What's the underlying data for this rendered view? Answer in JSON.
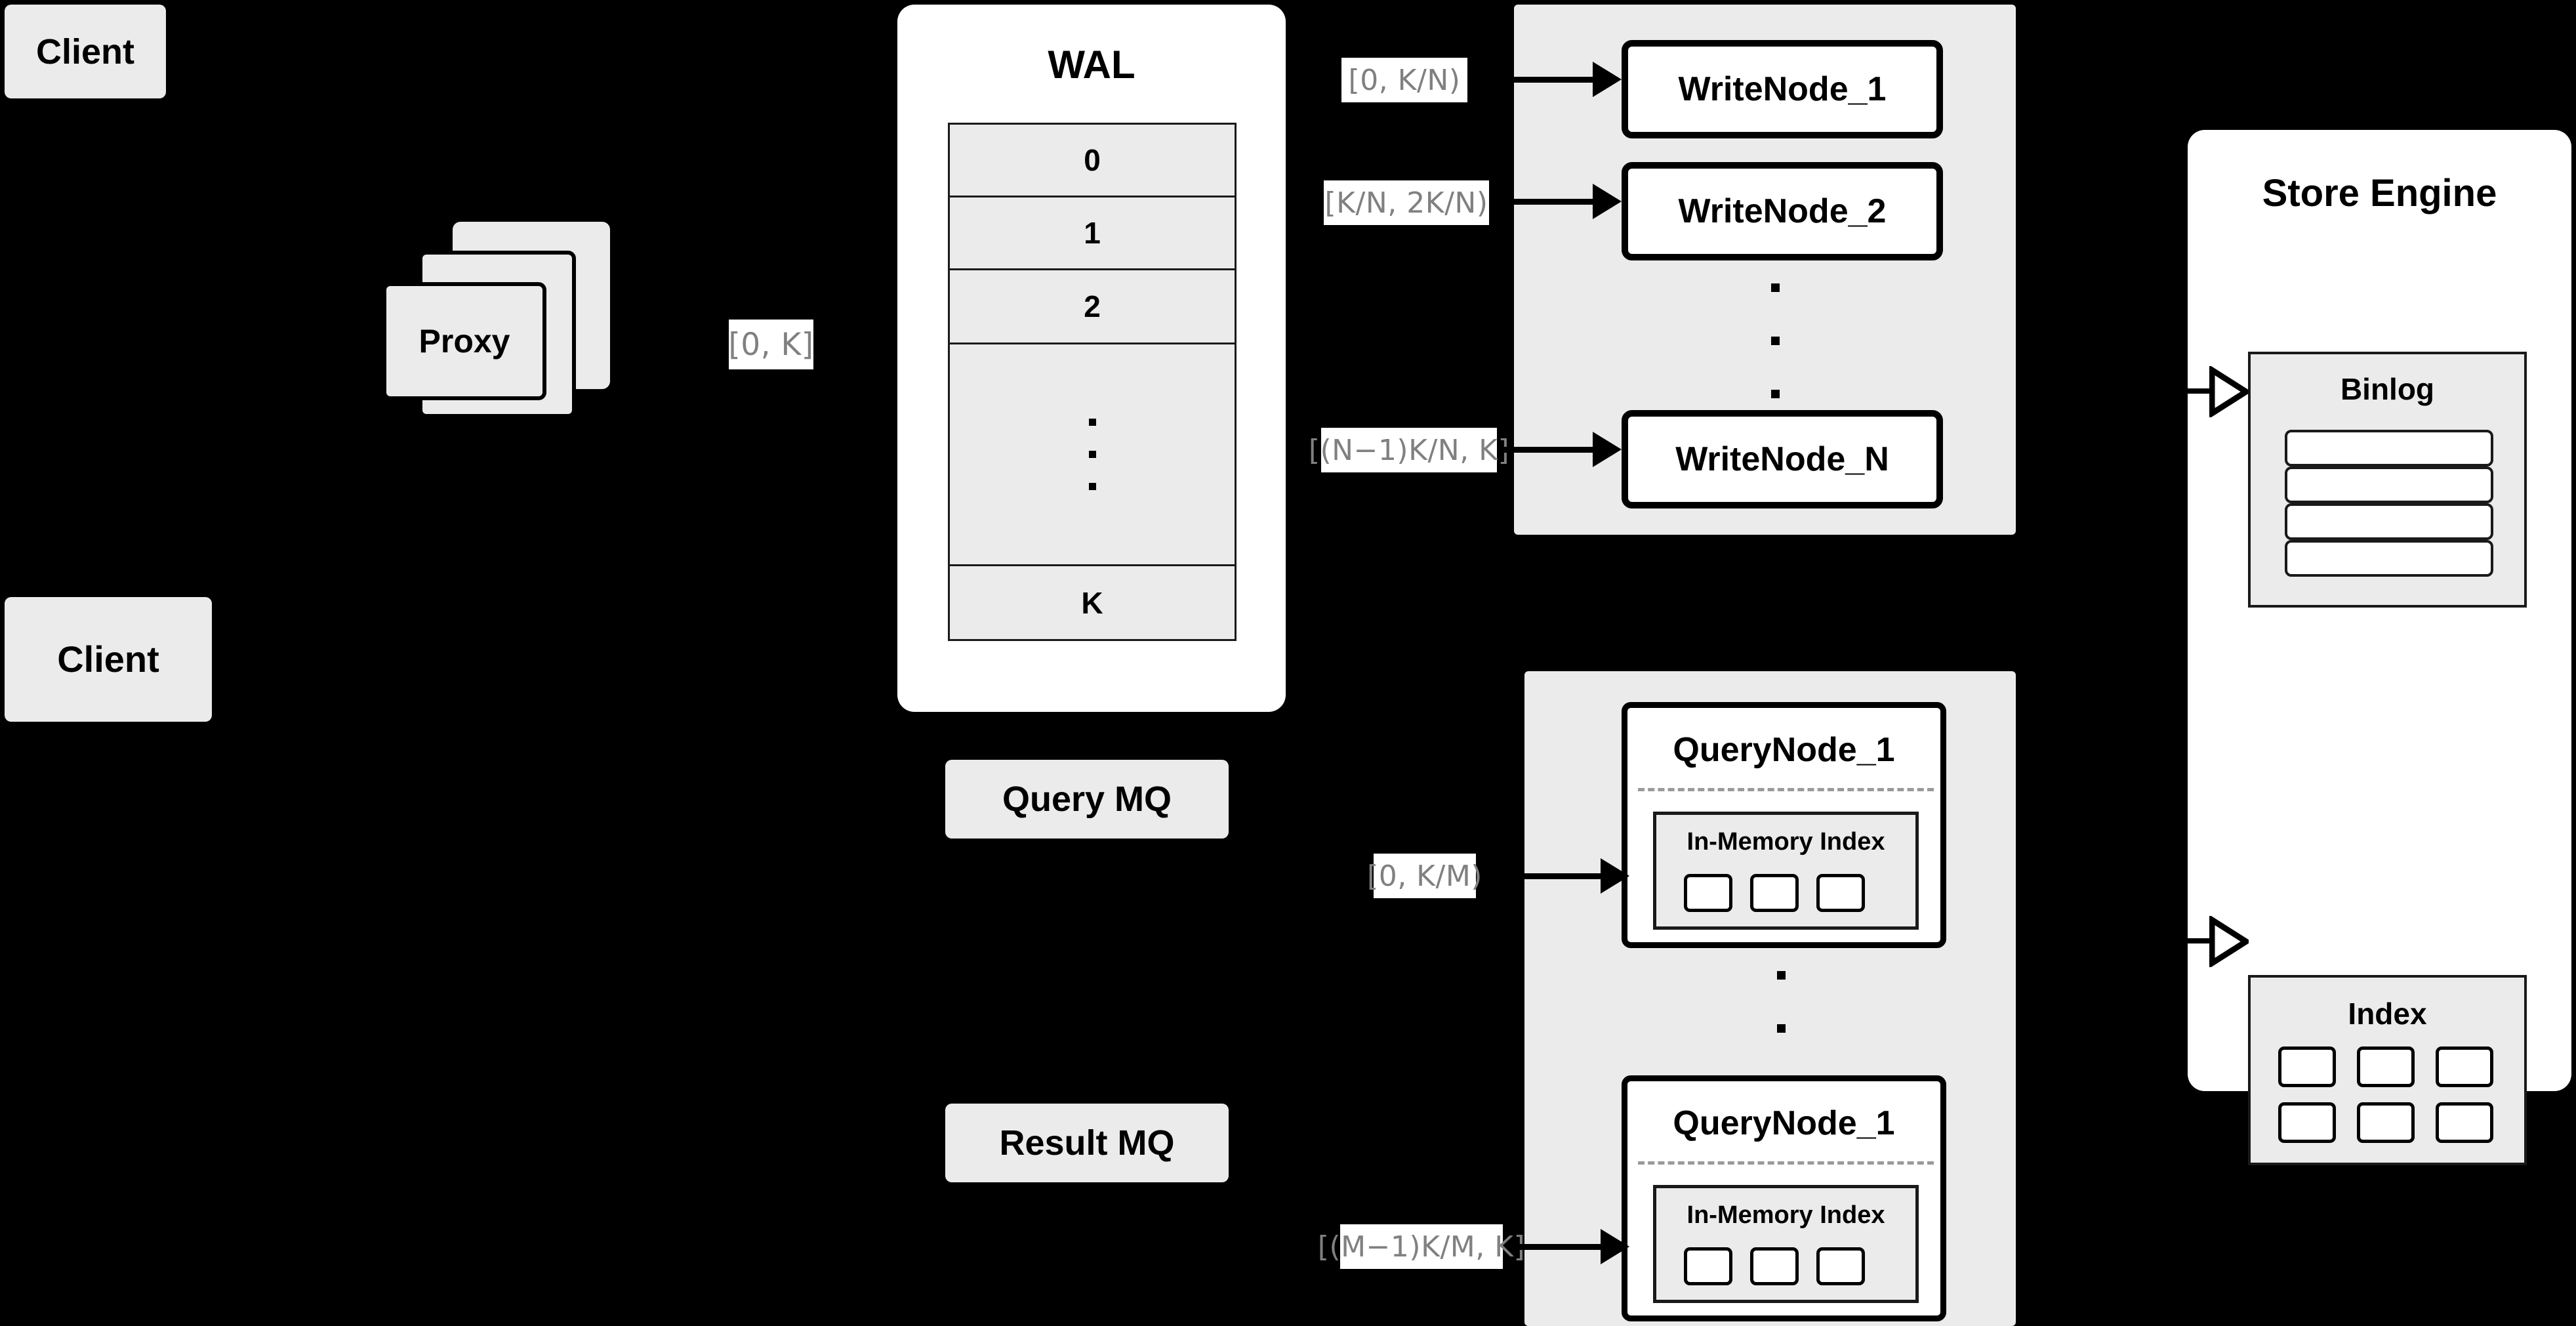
{
  "diagram": {
    "title": "Distributed Write and Query Path Architecture",
    "background_color": "#000000",
    "box_fill": "#ebebeb",
    "panel_fill": "#ffffff",
    "stroke_color": "#000000",
    "label_text_color": "#808080",
    "divider_color": "#9a9a9a"
  },
  "clients": [
    {
      "label": "Client"
    },
    {
      "label": "Client"
    }
  ],
  "proxy": {
    "label": "Proxy",
    "stack_count": 3
  },
  "wal": {
    "title": "WAL",
    "rows": [
      "0",
      "1",
      "2",
      "⋮",
      "K"
    ],
    "ellipsis_row_index": 3,
    "ellipsis_dot_count": 3
  },
  "queues": [
    {
      "label": "Query MQ"
    },
    {
      "label": "Result MQ"
    }
  ],
  "write_group": {
    "nodes": [
      {
        "label": "WriteNode_1"
      },
      {
        "label": "WriteNode_2"
      },
      {
        "label": "WriteNode_N"
      }
    ],
    "ellipsis_dot_count": 3
  },
  "query_group": {
    "nodes": [
      {
        "label": "QueryNode_1",
        "index_title": "In-Memory Index",
        "index_cells": 3
      },
      {
        "label": "QueryNode_1",
        "index_title": "In-Memory Index",
        "index_cells": 3
      }
    ],
    "ellipsis_dot_count": 3
  },
  "store_engine": {
    "title": "Store Engine",
    "binlog": {
      "title": "Binlog",
      "rows": 4
    },
    "index": {
      "title": "Index",
      "cells": 6,
      "columns": 3,
      "rows": 2
    }
  },
  "interval_labels": {
    "proxy_to_wal": "[0, K]",
    "write_node_1": "[0,  K/N)",
    "write_node_2": "[K/N, 2K/N)",
    "write_node_n": "[(N−1)K/N,  K]",
    "query_node_1": "[0, K/M)",
    "query_node_m": "[(M−1)K/M, K]"
  },
  "icons": {
    "arrow_solid": "arrow-right-solid-icon",
    "arrow_open": "arrow-right-open-icon",
    "vertical_ellipsis": "vertical-ellipsis-icon"
  }
}
